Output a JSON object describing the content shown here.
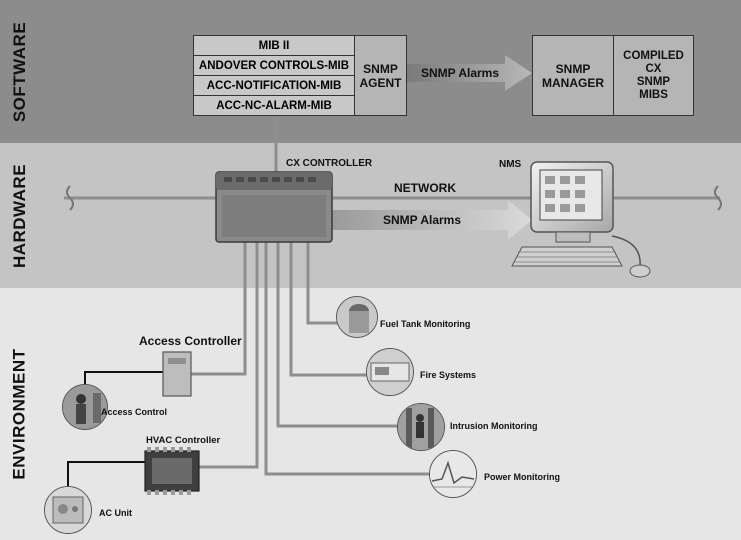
{
  "bands": {
    "software": "SOFTWARE",
    "hardware": "HARDWARE",
    "environment": "ENVIRONMENT"
  },
  "software": {
    "mibs": [
      "MIB II",
      "ANDOVER CONTROLS-MIB",
      "ACC-NOTIFICATION-MIB",
      "ACC-NC-ALARM-MIB"
    ],
    "agent_line1": "SNMP",
    "agent_line2": "AGENT",
    "alarms": "SNMP Alarms",
    "manager_line1": "SNMP",
    "manager_line2": "MANAGER",
    "compiled_line1": "COMPILED",
    "compiled_line2": "CX",
    "compiled_line3": "SNMP",
    "compiled_line4": "MIBS"
  },
  "hardware": {
    "controller": "CX CONTROLLER",
    "nms": "NMS",
    "network": "NETWORK",
    "alarms": "SNMP Alarms"
  },
  "environment": {
    "access_controller": "Access Controller",
    "access_control": "Access Control",
    "hvac_controller": "HVAC Controller",
    "ac_unit": "AC Unit",
    "fuel_tank": "Fuel Tank Monitoring",
    "fire_systems": "Fire Systems",
    "intrusion": "Intrusion Monitoring",
    "power": "Power Monitoring"
  }
}
